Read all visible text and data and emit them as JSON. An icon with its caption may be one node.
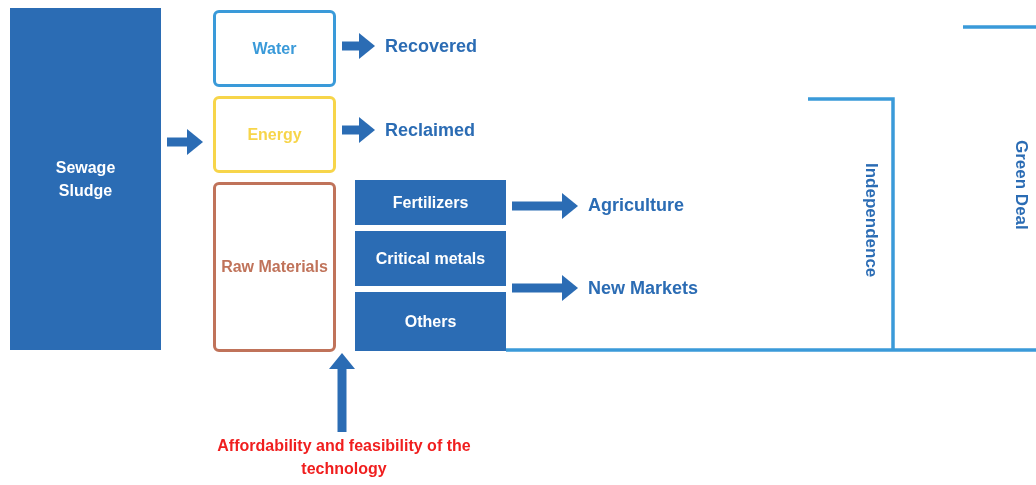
{
  "diagram": {
    "nodes": [
      {
        "text": [
          "Sewage Sludge"
        ]
      },
      {
        "text": [
          "Water"
        ]
      },
      {
        "text": [
          "Energy"
        ]
      },
      {
        "text": [
          "Raw Materials"
        ]
      },
      {
        "text": [
          "Fertilizers"
        ]
      },
      {
        "text": [
          "Critical metals"
        ]
      },
      {
        "text": [
          "Others"
        ]
      },
      {
        "text": [
          "Recovered"
        ]
      },
      {
        "text": [
          "Reclaimed"
        ]
      },
      {
        "text": [
          "Agriculture"
        ]
      },
      {
        "text": [
          "New Markets"
        ]
      },
      {
        "text": [
          "Affordability and feasibility of the technology"
        ]
      },
      {
        "text": [
          "Independence"
        ]
      },
      {
        "text": [
          "Green Deal"
        ]
      }
    ],
    "edges": [
      {
        "from": 0,
        "to": 2,
        "arrow": "to"
      },
      {
        "from": 1,
        "to": 7,
        "arrow": "to"
      },
      {
        "from": 2,
        "to": 8,
        "arrow": "to"
      },
      {
        "from": 4,
        "to": 9,
        "arrow": "to"
      },
      {
        "from": 5,
        "to": 10,
        "arrow": "to"
      },
      {
        "from": 11,
        "to": 6,
        "arrow": "to"
      }
    ]
  }
}
